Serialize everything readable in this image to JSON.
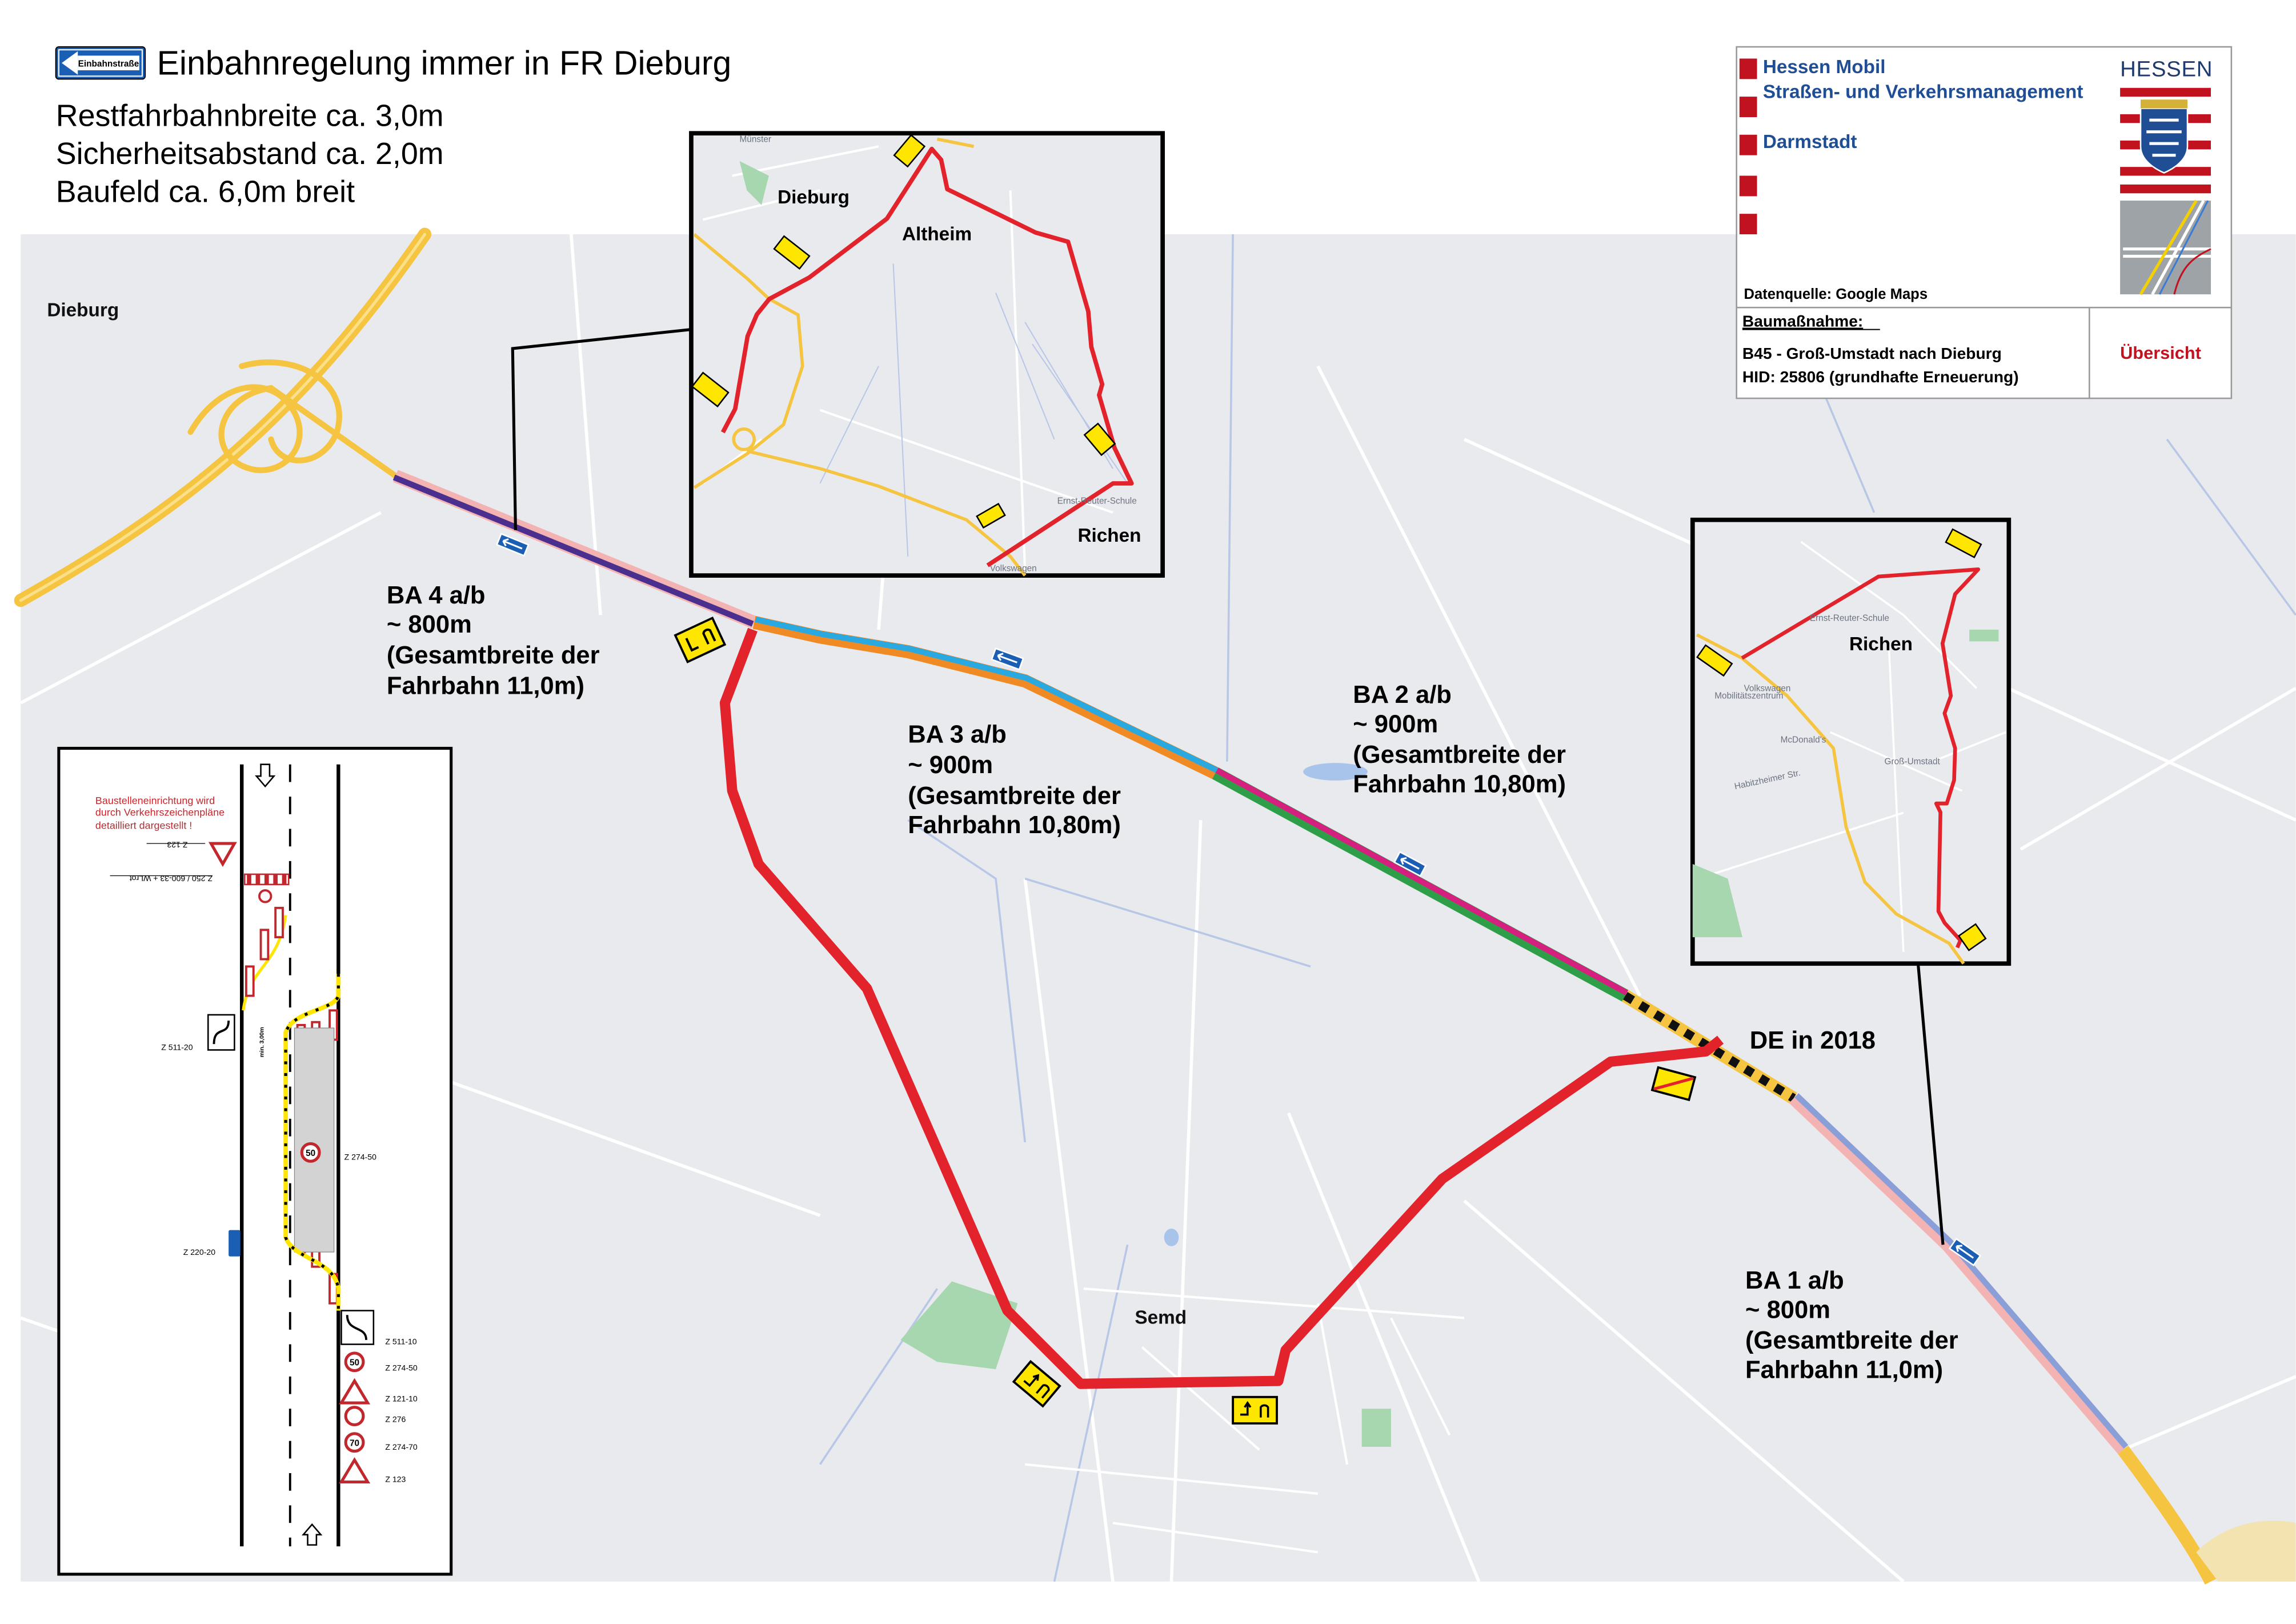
{
  "header": {
    "oneway_sign_label": "Einbahnstraße",
    "title": "Einbahnregelung immer in FR Dieburg",
    "lines": [
      "Restfahrbahnbreite ca. 3,0m",
      "Sicherheitsabstand ca. 2,0m",
      "Baufeld ca. 6,0m breit"
    ]
  },
  "title_block": {
    "org_name": "Hessen Mobil",
    "org_sub": "Straßen- und Verkehrsmanagement",
    "office": "Darmstadt",
    "state": "HESSEN",
    "source": "Datenquelle: Google Maps",
    "project_label": "Baumaßnahme:",
    "project_title": "B45 - Groß-Umstadt nach Dieburg",
    "project_hid": "HID: 25806 (grundhafte Erneuerung)",
    "sheet": "Übersicht"
  },
  "map": {
    "places": {
      "dieburg": "Dieburg",
      "semd": "Semd"
    },
    "sections": [
      {
        "name": "BA 4 a/b",
        "length": "~ 800m",
        "note1": "(Gesamtbreite der",
        "note2": "Fahrbahn 11,0m)"
      },
      {
        "name": "BA 3 a/b",
        "length": "~ 900m",
        "note1": "(Gesamtbreite der",
        "note2": "Fahrbahn 10,80m)"
      },
      {
        "name": "BA 2 a/b",
        "length": "~ 900m",
        "note1": "(Gesamtbreite der",
        "note2": "Fahrbahn 10,80m)"
      },
      {
        "name": "BA 1 a/b",
        "length": "~ 800m",
        "note1": "(Gesamtbreite der",
        "note2": "Fahrbahn 11,0m)"
      }
    ],
    "de_label": "DE in 2018"
  },
  "inset_north": {
    "places": {
      "muenster": "Münster",
      "dieburg": "Dieburg",
      "altheim": "Altheim",
      "richen": "Richen"
    },
    "pois": {
      "school": "Ernst-Reuter-Schule",
      "vw": "Volkswagen"
    }
  },
  "inset_south": {
    "places": {
      "richen": "Richen",
      "gross_umstadt": "Groß-Umstadt"
    },
    "pois": {
      "school": "Ernst-Reuter-Schule",
      "vw1": "Volkswagen",
      "vw2": "Mobilitätszentrum",
      "mcd": "McDonald's",
      "street": "Habitzheimer Str."
    }
  },
  "legend": {
    "note": [
      "Baustelleneinrichtung wird",
      "durch Verkehrszeichenpläne",
      "detailliert  dargestellt !"
    ],
    "labels": {
      "z123_top": "Z  123",
      "z250": "Z  250 / 600-33 + WLrot",
      "z511_20": "Z  511-20",
      "min_width": "min. 3,00m",
      "z274_50_mid": "Z  274-50",
      "z220_20": "Z  220-20",
      "z511_10": "Z  511-10",
      "z274_50": "Z  274-50",
      "z121_10": "Z  121-10",
      "z276": "Z  276",
      "z274_70": "Z  274-70",
      "z123": "Z  123"
    },
    "speed_values": {
      "mid": "50",
      "s1": "50",
      "s2": "70"
    }
  },
  "colors": {
    "detour": "#e3232b",
    "highway": "#f5c542",
    "map_bg": "#e9eaee",
    "ba4": [
      "#4b2f8f",
      "#f4b3b3"
    ],
    "ba3": [
      "#2aa8e0",
      "#f08a24"
    ],
    "ba2": [
      "#d6207f",
      "#2e9e48"
    ],
    "ba1": [
      "#8a9fd8",
      "#f4b3b3"
    ],
    "brand_blue": "#1f4e94",
    "brand_red": "#c1121f"
  }
}
